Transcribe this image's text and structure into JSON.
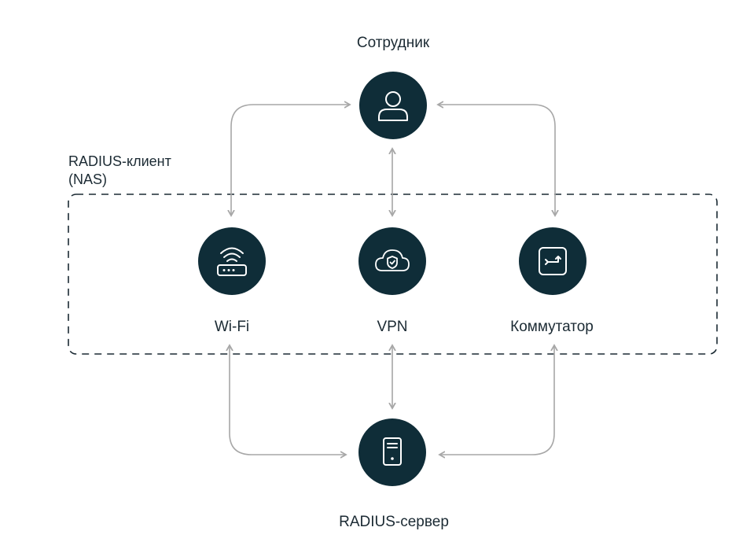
{
  "nodes": {
    "employee": {
      "label": "Сотрудник",
      "icon": "user-icon"
    },
    "wifi": {
      "label": "Wi-Fi",
      "icon": "router-wifi-icon"
    },
    "vpn": {
      "label": "VPN",
      "icon": "cloud-shield-icon"
    },
    "switch": {
      "label": "Коммутатор",
      "icon": "switch-arrows-icon"
    },
    "server": {
      "label": "RADIUS-сервер",
      "icon": "server-icon"
    }
  },
  "group": {
    "label_line1": "RADIUS-клиент",
    "label_line2": "(NAS)"
  },
  "colors": {
    "node_fill": "#0f2d38",
    "icon_stroke": "#ffffff",
    "connector": "#a7a7a7",
    "group_border": "#1b2a33",
    "text": "#1b2a33"
  }
}
